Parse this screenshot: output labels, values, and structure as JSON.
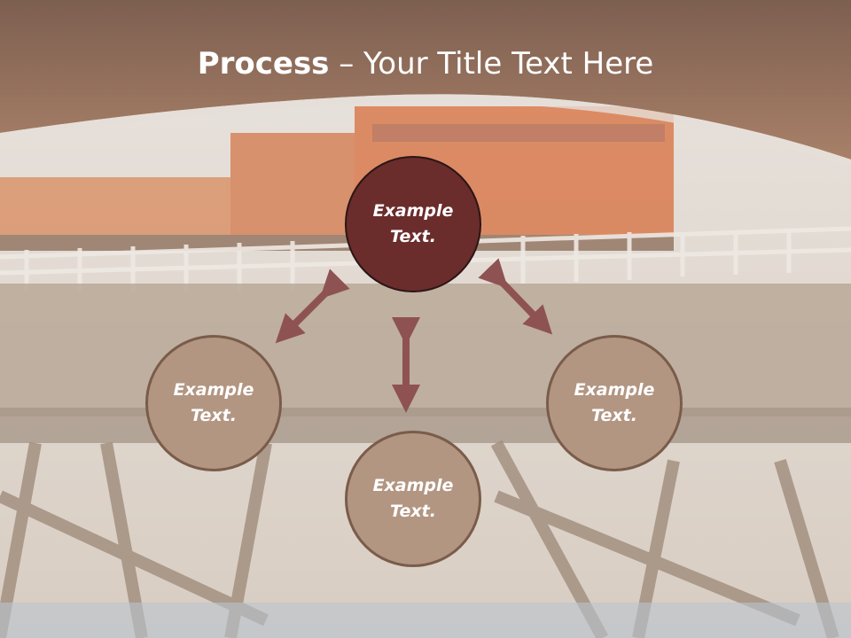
{
  "title": {
    "bold": "Process",
    "rest": " – Your Title Text Here"
  },
  "circles": {
    "top": "Example\nText.",
    "left": "Example\nText.",
    "right": "Example\nText.",
    "bottom": "Example\nText."
  },
  "colors": {
    "header": "#9b7560",
    "accent_dark": "#6b2c2c",
    "circle_fill": "#b29682",
    "arrow": "#8e5252"
  }
}
